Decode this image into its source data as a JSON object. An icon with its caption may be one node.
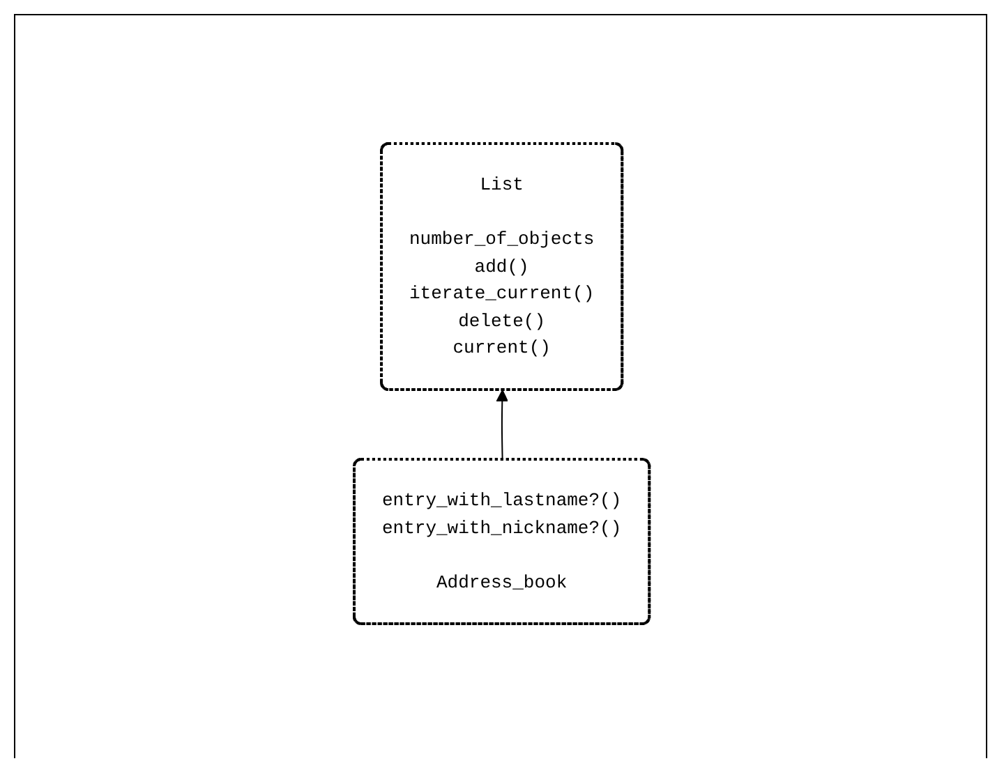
{
  "diagram": {
    "nodes": [
      {
        "text": [
          "List",
          "number_of_objects add() iterate_current() delete() current()"
        ]
      },
      {
        "text": [
          "entry_with_lastname?() entry_with_nickname?()",
          "Address_book"
        ]
      }
    ],
    "edges": [
      {
        "from": 1,
        "to": 0,
        "arrow": "to"
      }
    ]
  }
}
